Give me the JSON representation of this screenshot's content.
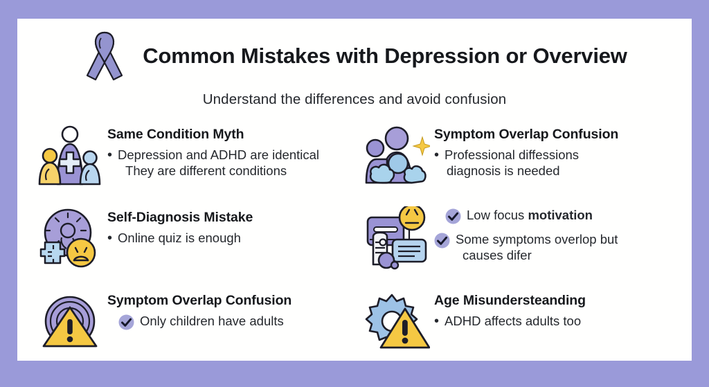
{
  "theme": {
    "frame_color": "#9a9ad9",
    "card_color": "#fffffe",
    "accent_purple": "#9a9ad9",
    "accent_yellow": "#f5c843",
    "accent_blue": "#a9cbe8",
    "text_color": "#25282d",
    "check_badge_color": "#a5a5d8"
  },
  "header": {
    "icon": "awareness-ribbon-icon",
    "title": "Common Mistakes with Depression or Overview",
    "subtitle": "Understand the differences and avoid confusion"
  },
  "columns": {
    "left": [
      {
        "icon": "family-medical-cross-icon",
        "title": "Same Condition Myth",
        "points": [
          {
            "marker": "bullet",
            "text": "Depression and ADHD are identical",
            "text2": "They are different conditions"
          }
        ]
      },
      {
        "icon": "brain-puzzle-sad-face-icon",
        "title": "Self-Diagnosis Mistake",
        "points": [
          {
            "marker": "bullet",
            "text": "Online quiz is enough"
          }
        ]
      },
      {
        "icon": "warning-triangle-waves-icon",
        "title": "Symptom Overlap Confusion",
        "points": [
          {
            "marker": "check",
            "text": "Only children have adults"
          }
        ]
      }
    ],
    "right": [
      {
        "icon": "group-people-sparkle-icon",
        "title": "Symptom Overlap Confusion",
        "points": [
          {
            "marker": "bullet",
            "text": "Professional diffessions",
            "text2": "diagnosis is needed"
          }
        ]
      },
      {
        "icon": "document-chat-sad-face-icon",
        "title": "",
        "points": [
          {
            "marker": "check",
            "text": "Low focus ",
            "bold": "motivation"
          },
          {
            "marker": "check",
            "text": "Some symptoms overlop but",
            "text2": "causes difer"
          }
        ]
      },
      {
        "icon": "gear-warning-triangle-icon",
        "title": "Age Misundersteanding",
        "points": [
          {
            "marker": "bullet",
            "text": "ADHD affects adults too"
          }
        ]
      }
    ]
  }
}
